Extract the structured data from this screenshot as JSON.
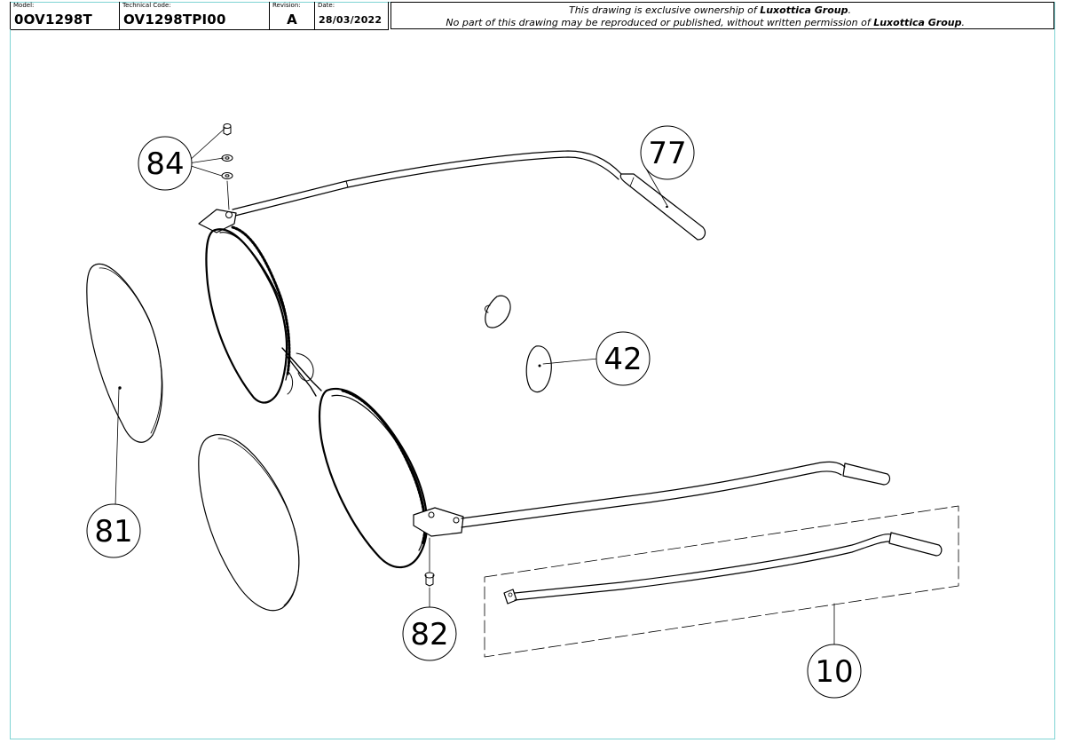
{
  "title_block": {
    "model_label": "Model:",
    "model_value": "0OV1298T",
    "technical_code_label": "Technical Code:",
    "technical_code_value": "OV1298TPI00",
    "revision_label": "Revision:",
    "revision_value": "A",
    "date_label": "Date:",
    "date_value": "28/03/2022"
  },
  "notice": {
    "line1_prefix": "This drawing is exclusive ownership of ",
    "line1_brand": "Luxottica Group",
    "line1_suffix": ".",
    "line2_prefix": "No part of this drawing may be reproduced or published, without written permission of ",
    "line2_brand": "Luxottica Group",
    "line2_suffix": "."
  },
  "callouts": [
    {
      "id": "84",
      "label": "84"
    },
    {
      "id": "77",
      "label": "77"
    },
    {
      "id": "42",
      "label": "42"
    },
    {
      "id": "81",
      "label": "81"
    },
    {
      "id": "82",
      "label": "82"
    },
    {
      "id": "10",
      "label": "10"
    }
  ],
  "colors": {
    "border_accent": "#7fd3d3",
    "line": "#000000"
  }
}
